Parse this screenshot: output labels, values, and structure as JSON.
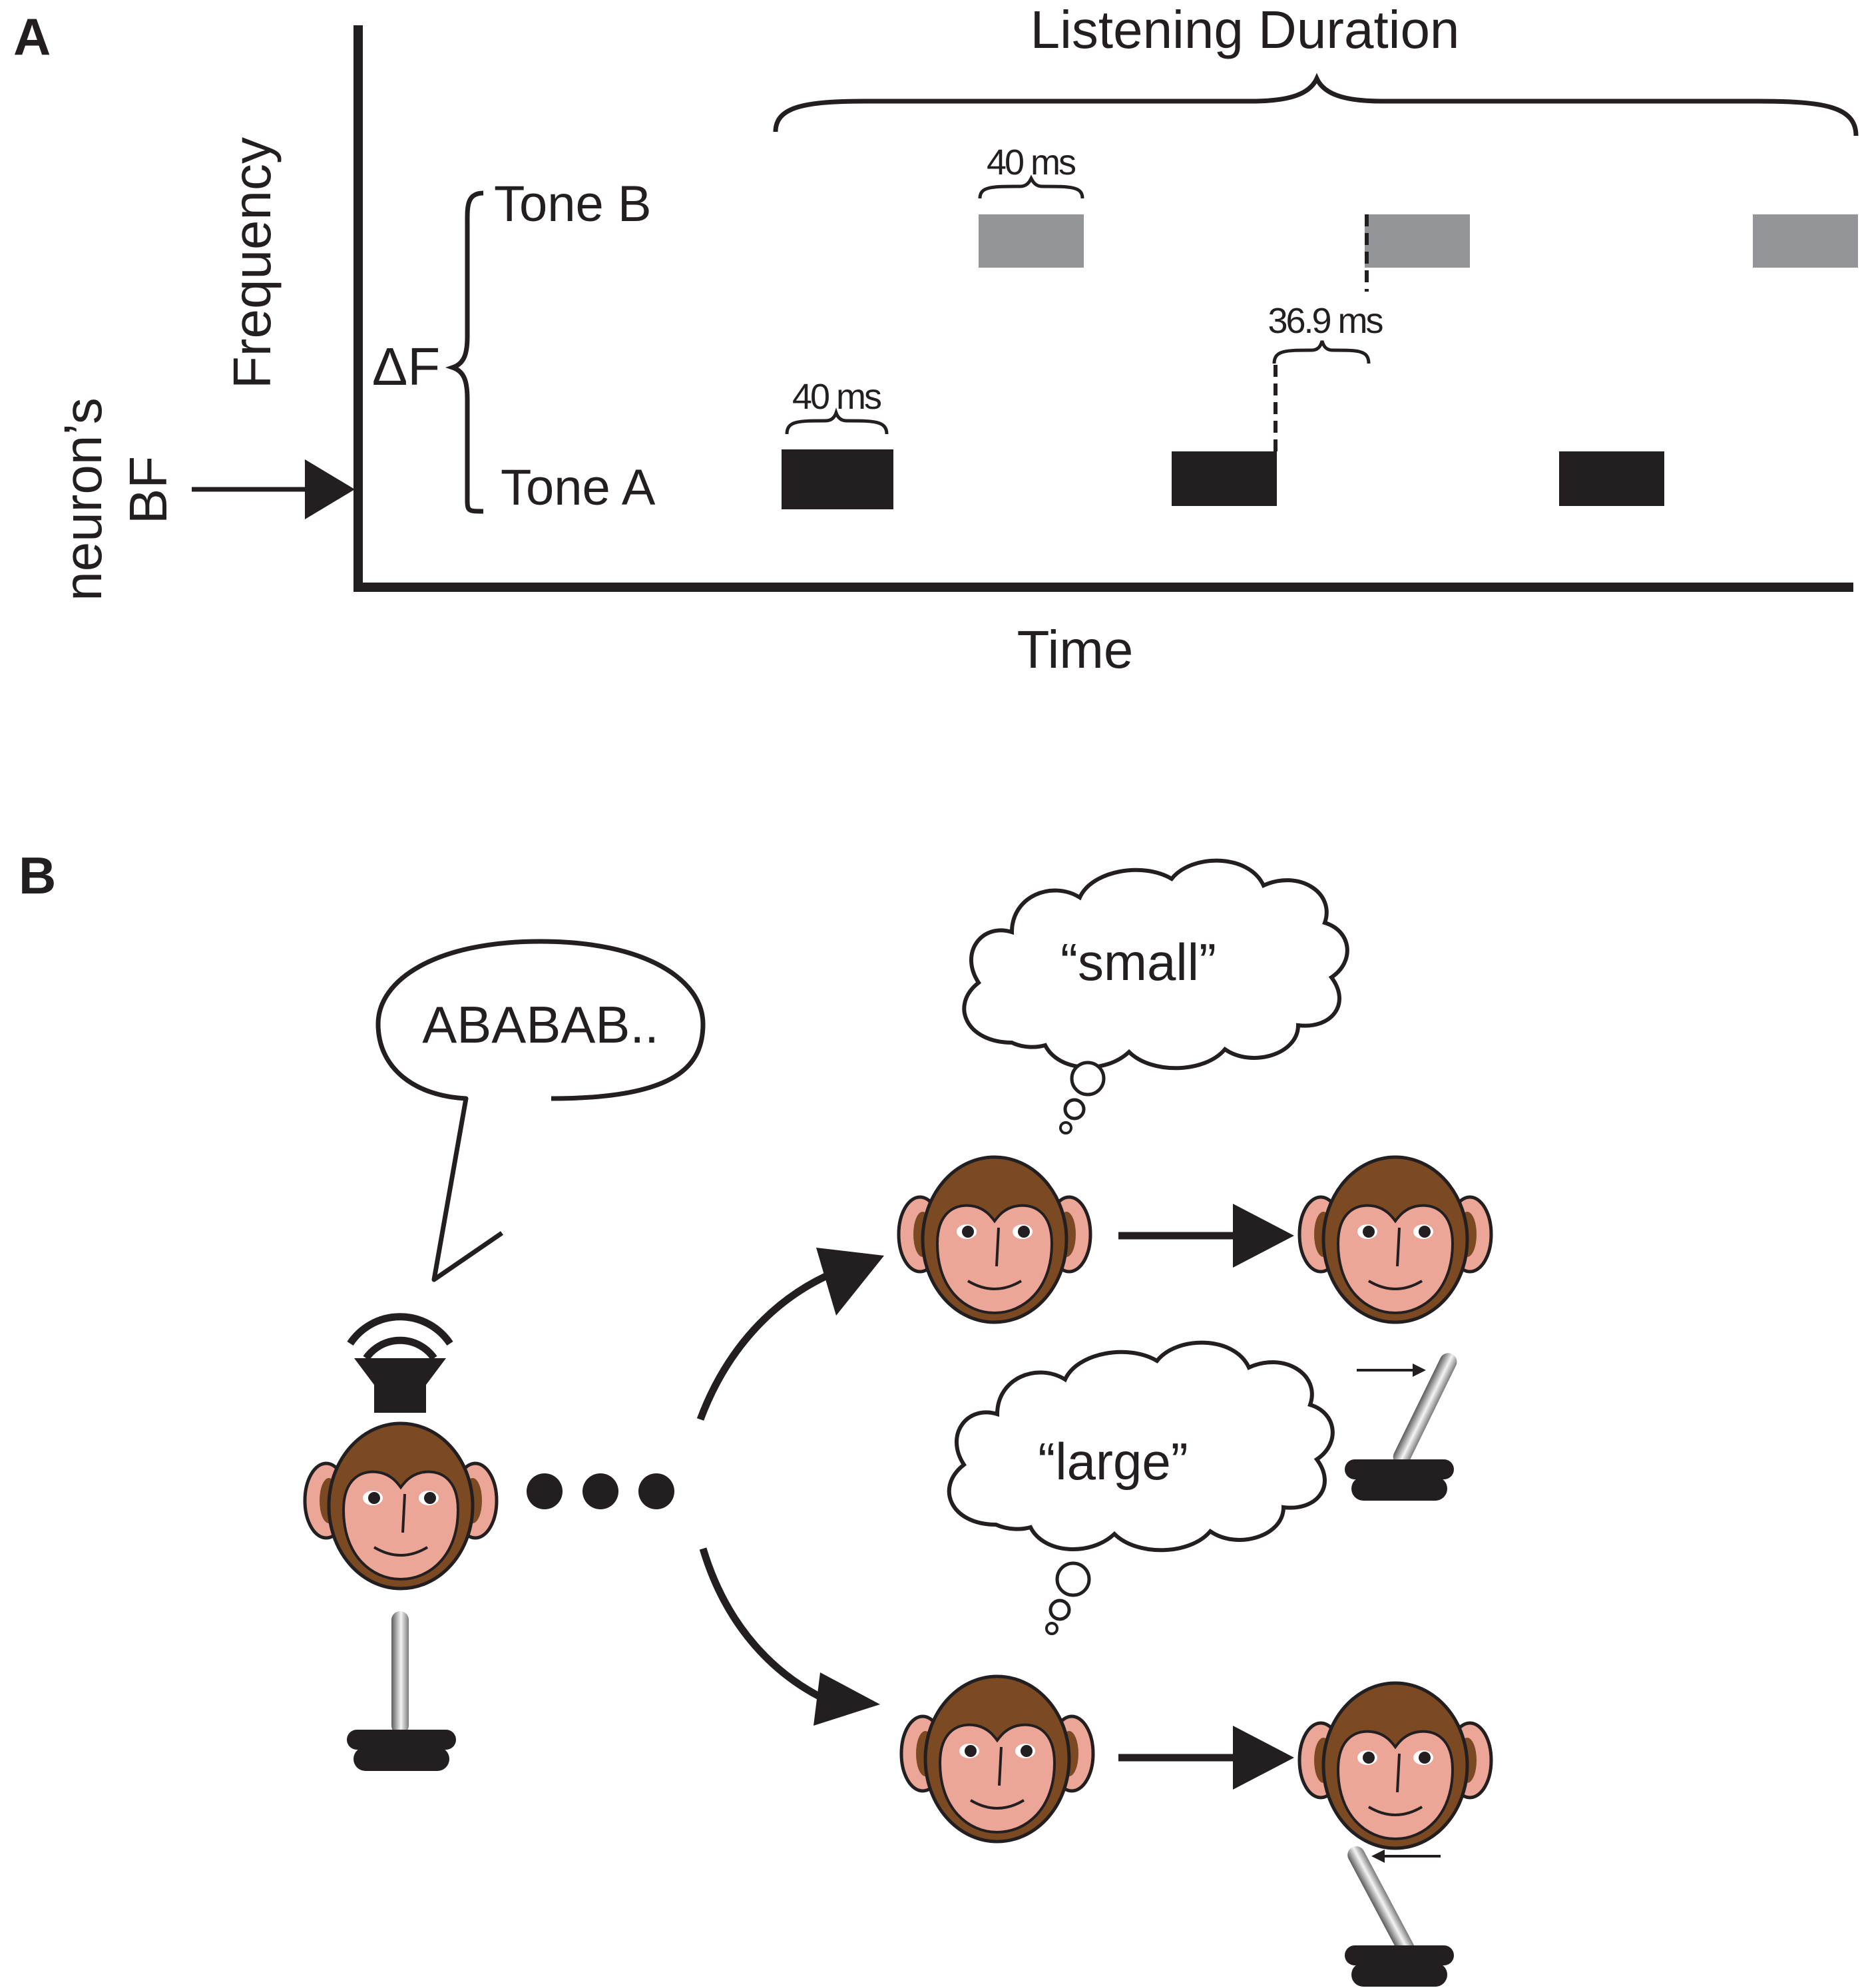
{
  "panel_a": {
    "letter": "A",
    "x_axis_label": "Time",
    "y_axis_label": "Frequency",
    "bf_label_line1": "neuron’s",
    "bf_label_line2": "BF",
    "delta_f_label": "ΔF",
    "tone_b_label": "Tone B",
    "tone_a_label": "Tone A",
    "listening_duration_label": "Listening Duration",
    "tone_a_duration_label": "40 ms",
    "tone_b_duration_label": "40 ms",
    "gap_label": "36.9 ms",
    "colors": {
      "tone_a": "#231f20",
      "tone_b": "#939598"
    }
  },
  "panel_b": {
    "letter": "B",
    "speech_text": "ABABAB..",
    "thought_small": "“small”",
    "thought_large": "“large”",
    "icons": {
      "speaker": "speaker-icon",
      "monkey": "monkey-face-icon",
      "joystick": "joystick-icon",
      "ellipsis": "ellipsis-dots-icon"
    },
    "colors": {
      "fur": "#7b4a23",
      "face": "#eba697",
      "dark": "#231f20"
    }
  }
}
